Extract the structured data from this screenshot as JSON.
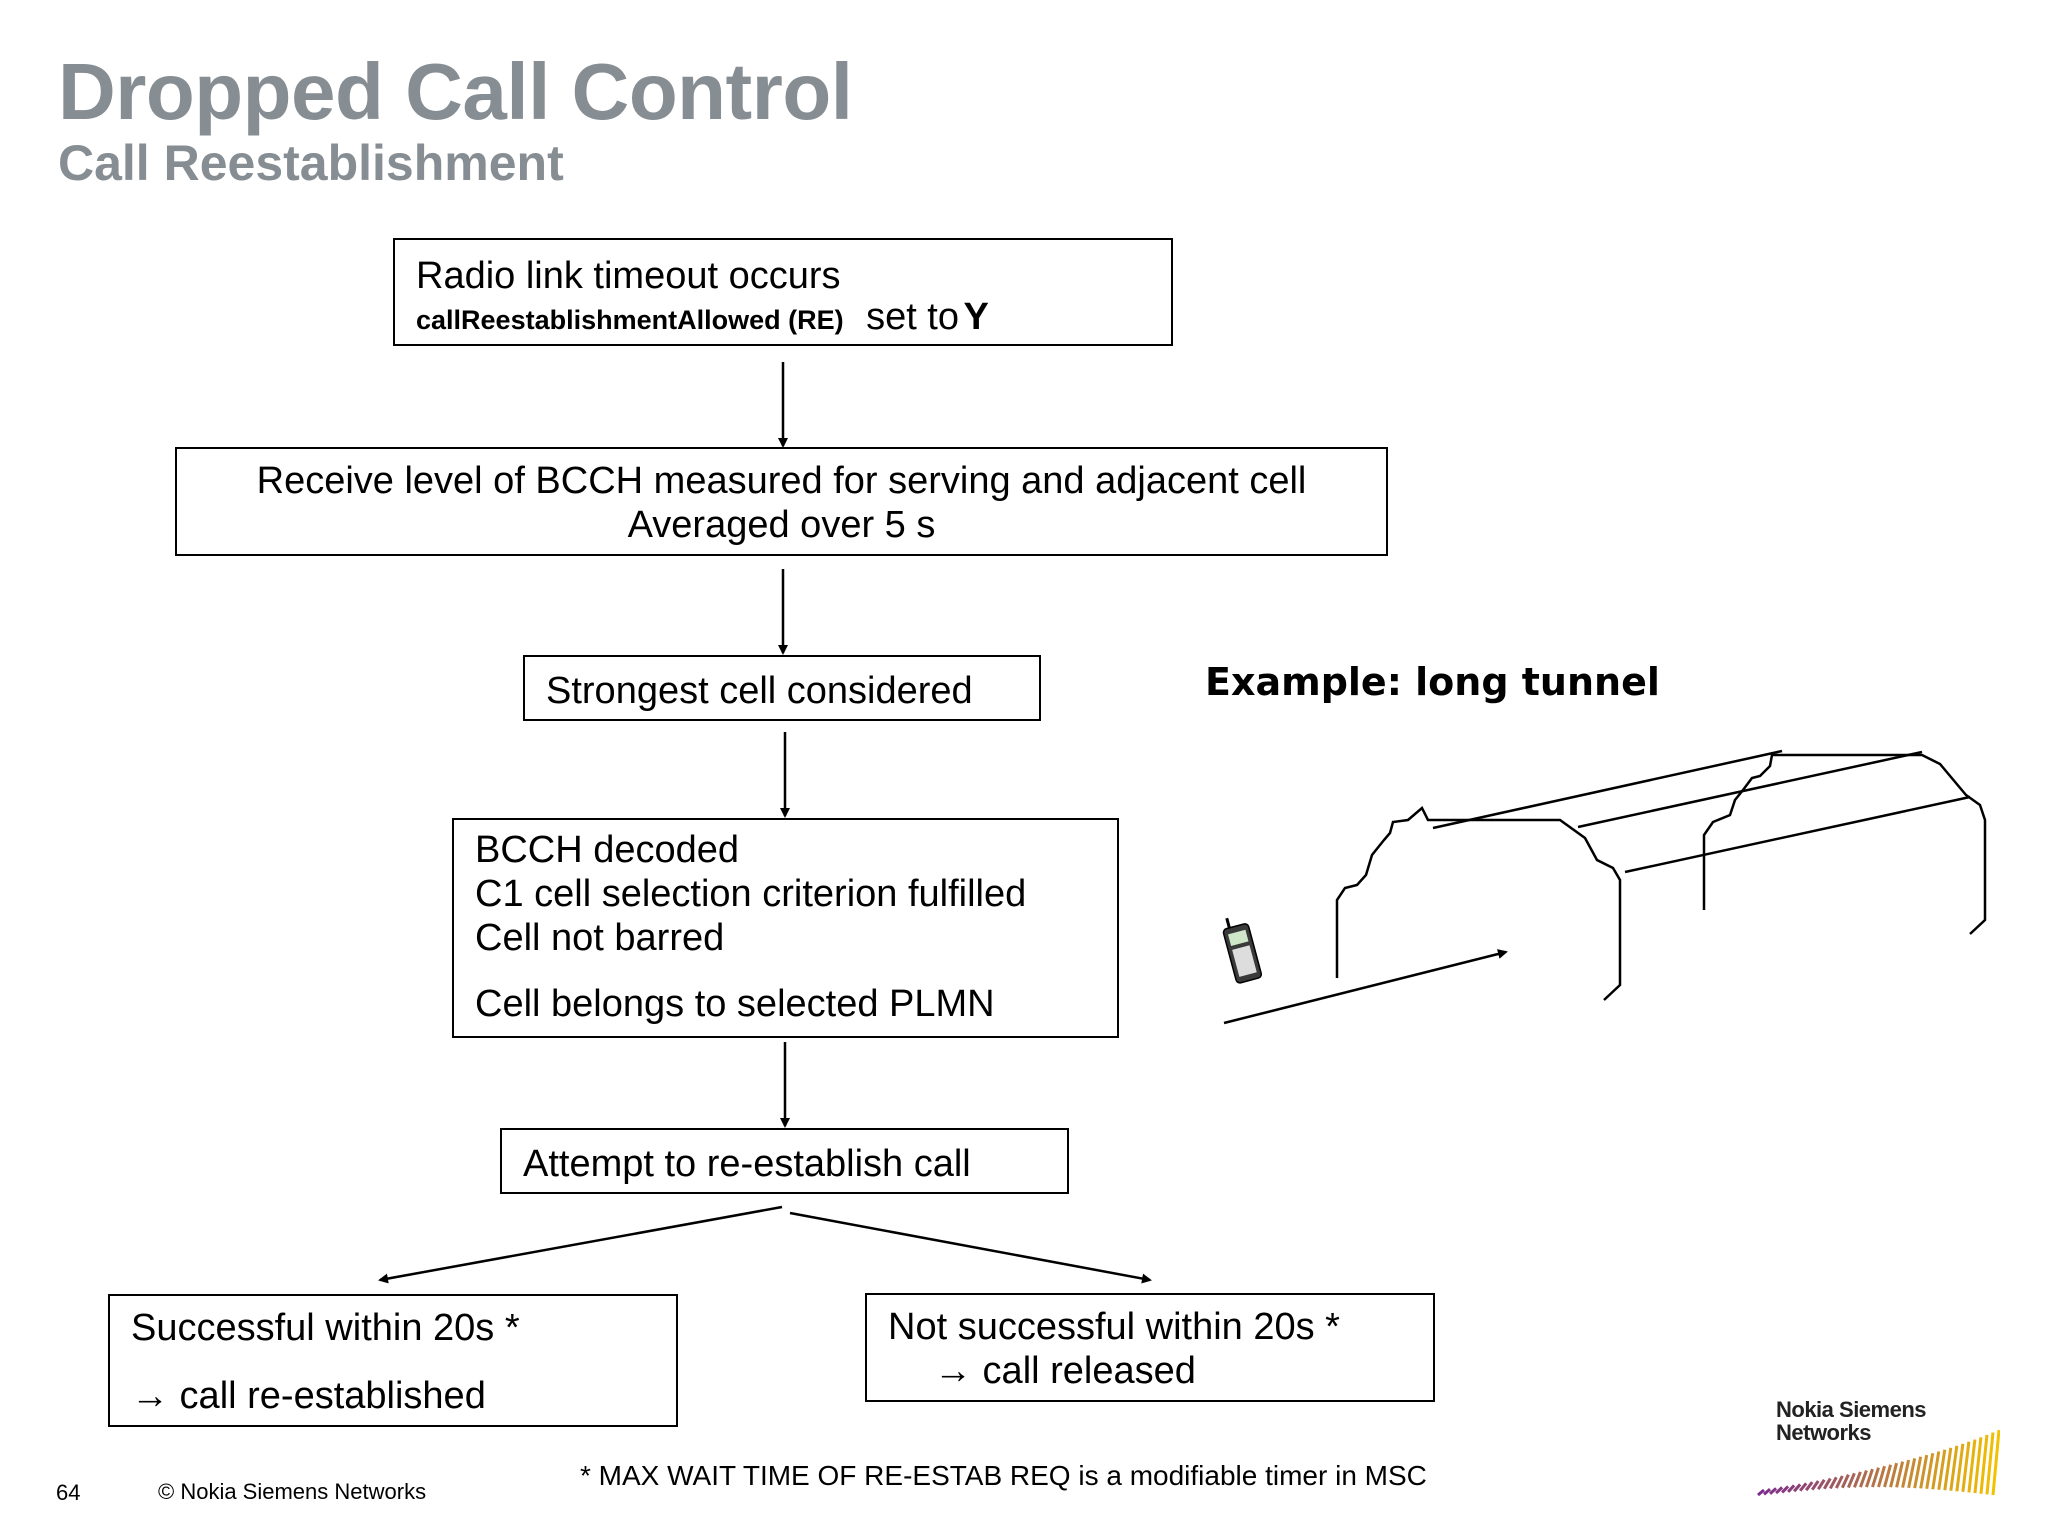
{
  "title": "Dropped Call Control",
  "subtitle": "Call Reestablishment",
  "steps": {
    "radio_timeout": {
      "line1": "Radio link timeout occurs",
      "param": "callReestablishmentAllowed (RE)",
      "set_text": "set to",
      "value": "Y"
    },
    "receive_level": {
      "line1": "Receive level of BCCH measured for serving and adjacent cell",
      "line2": "Averaged over 5 s"
    },
    "strongest": {
      "line1": "Strongest cell considered"
    },
    "bcch_decoded": {
      "line1": "BCCH decoded",
      "line2": "C1 cell selection criterion fulfilled",
      "line3": "Cell not barred",
      "line4": "Cell belongs to selected PLMN"
    },
    "attempt": {
      "line1": "Attempt to re-establish call"
    },
    "success": {
      "line1": "Successful within 20s *",
      "line2": "→ call re-established"
    },
    "failure": {
      "line1": "Not successful within 20s *",
      "line2": "→ call released"
    }
  },
  "example_label": "Example: long tunnel",
  "footnote": "* MAX WAIT TIME OF RE-ESTAB REQ is a modifiable timer in MSC",
  "page_number": "64",
  "copyright": "© Nokia Siemens Networks",
  "logo": {
    "line1": "Nokia Siemens",
    "line2": "Networks"
  },
  "colors": {
    "title": "#878e93",
    "logo_purple": "#7a2a8c",
    "logo_yellow": "#f2c100"
  }
}
